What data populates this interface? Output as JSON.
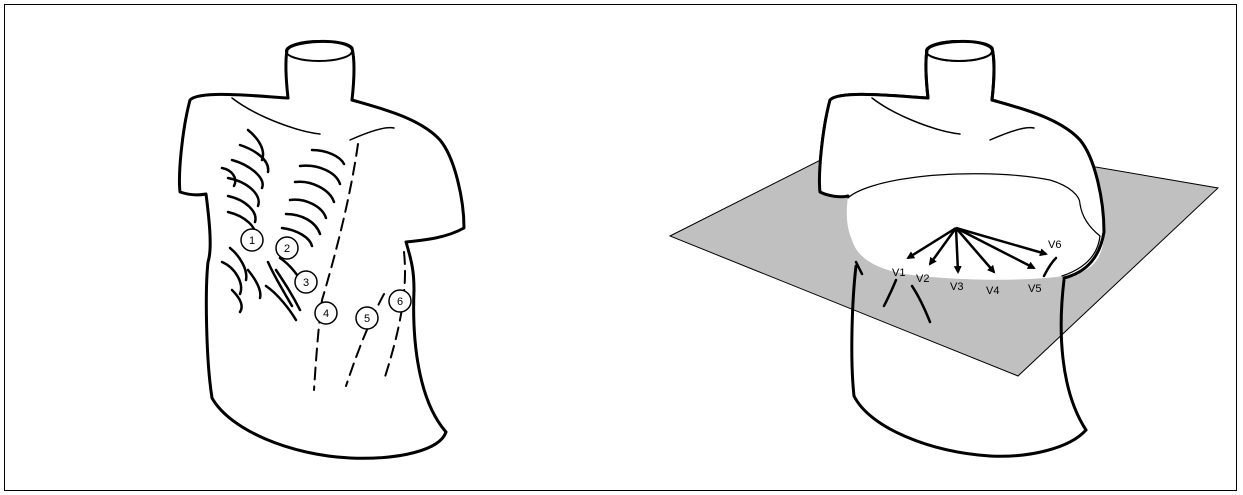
{
  "left_figure": {
    "electrodes": [
      {
        "label": "1"
      },
      {
        "label": "2"
      },
      {
        "label": "3"
      },
      {
        "label": "4"
      },
      {
        "label": "5"
      },
      {
        "label": "6"
      }
    ]
  },
  "right_figure": {
    "plane_color": "#c0c0c0",
    "leads": [
      {
        "label": "V1"
      },
      {
        "label": "V2"
      },
      {
        "label": "V3"
      },
      {
        "label": "V4"
      },
      {
        "label": "V5"
      },
      {
        "label": "V6"
      }
    ]
  }
}
